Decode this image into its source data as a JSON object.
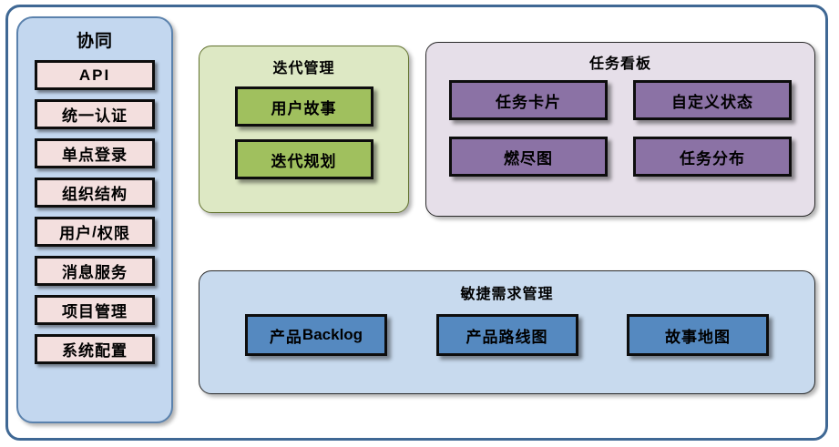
{
  "sidebar": {
    "title": "协同",
    "items": [
      {
        "label": "API",
        "style": "sans"
      },
      {
        "label": "统一认证",
        "style": "serif"
      },
      {
        "label": "单点登录",
        "style": "serif"
      },
      {
        "label": "组织结构",
        "style": "serif"
      },
      {
        "label": "用户/权限",
        "style": "serif-mixed",
        "cjk_before": "用户",
        "slash": "/",
        "cjk_after": "权限"
      },
      {
        "label": "消息服务",
        "style": "serif"
      },
      {
        "label": "项目管理",
        "style": "serif"
      },
      {
        "label": "系统配置",
        "style": "serif"
      }
    ]
  },
  "iteration": {
    "title": "迭代管理",
    "cards": [
      {
        "label": "用户故事"
      },
      {
        "label": "迭代规划"
      }
    ]
  },
  "taskboard": {
    "title": "任务看板",
    "cards": [
      {
        "label": "任务卡片"
      },
      {
        "label": "自定义状态"
      },
      {
        "label": "燃尽图"
      },
      {
        "label": "任务分布"
      }
    ]
  },
  "agile": {
    "title": "敏捷需求管理",
    "cards": [
      {
        "label": "产品Backlog",
        "cjk": "产品",
        "latin": "Backlog"
      },
      {
        "label": "产品路线图"
      },
      {
        "label": "故事地图"
      }
    ]
  },
  "colors": {
    "outer_border": "#3f6894",
    "sidebar_bg": "#c3d7ef",
    "sidebar_border": "#5b82ad",
    "sidebar_item_bg": "#f3dfde",
    "iteration_bg": "#dde8c4",
    "iteration_border": "#62722f",
    "iteration_card_bg": "#a0c05e",
    "taskboard_bg": "#e6dfe9",
    "taskboard_card_bg": "#8b72a5",
    "agile_bg": "#c8daee",
    "agile_card_bg": "#5589c0",
    "card_border": "#0d0d0d"
  }
}
